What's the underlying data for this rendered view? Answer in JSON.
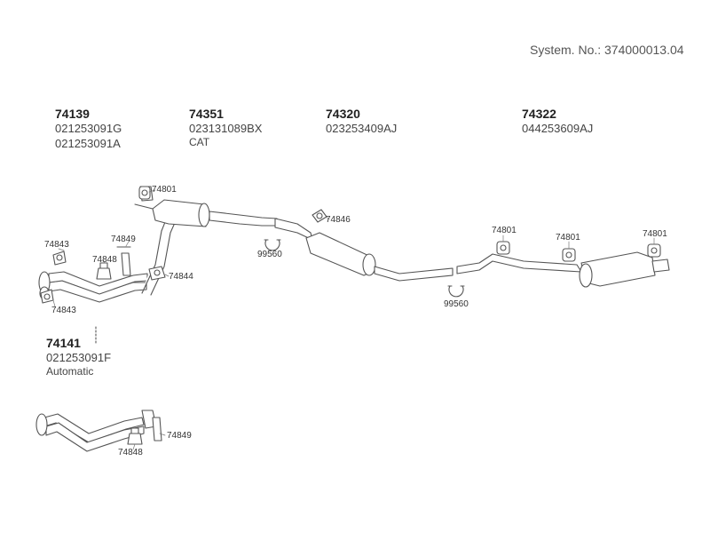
{
  "system_number": "System. No.: 374000013.04",
  "groups": [
    {
      "part": "74139",
      "refs": [
        "021253091G",
        "021253091A"
      ]
    },
    {
      "part": "74351",
      "refs": [
        "023131089BX",
        "CAT"
      ]
    },
    {
      "part": "74320",
      "refs": [
        "023253409AJ"
      ]
    },
    {
      "part": "74322",
      "refs": [
        "044253609AJ"
      ]
    },
    {
      "part": "74141",
      "refs": [
        "021253091F",
        "Automatic"
      ]
    }
  ],
  "callouts": {
    "hanger_1": "74801",
    "hanger_2": "74801",
    "hanger_3": "74801",
    "hanger_4": "74801",
    "gasket_top": "74843",
    "gasket_bottom": "74843",
    "bolt_front": "74849",
    "mount_front": "74848",
    "gasket_cat": "74844",
    "clamp_front": "99560",
    "clip_mid": "74846",
    "clamp_rear": "99560",
    "bolt_auto": "74849",
    "mount_auto": "74848"
  }
}
